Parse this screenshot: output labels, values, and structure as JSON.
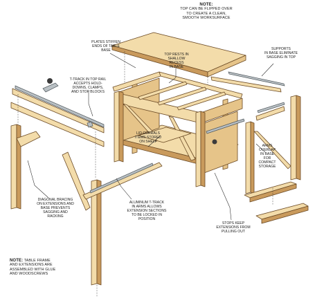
{
  "notes": {
    "top": {
      "heading": "NOTE:",
      "lines": [
        "TOP CAN BE FLIPPED OVER",
        "TO CREATE A CLEAN,",
        "SMOOTH WORKSURFACE"
      ]
    },
    "bottom": {
      "heading": "NOTE:",
      "lines": [
        "TABLE FRAME",
        "AND EXTENSIONS ARE",
        "ASSEMBLED WITH GLUE",
        "AND WOODSCREWS"
      ]
    }
  },
  "callouts": {
    "top_rests": [
      "TOP RESTS IN",
      "SHALLOW RECESS",
      "IN BASE"
    ],
    "supports": [
      "SUPPORTS",
      "IN BASE ELIMINATE",
      "SAGGING IN TOP"
    ],
    "plates": [
      "PLATES STIFFEN",
      "ENDS OF TABLE",
      "BASE"
    ],
    "t_track": [
      "T-TRACK IN TOP RAIL",
      "ACCEPTS HOLD-",
      "DOWNS, CLAMPS,",
      "AND STOP BLOCKS"
    ],
    "lid_corrals": [
      "LID CORRALS",
      "ITEMS STORED",
      "ON SHELF"
    ],
    "arms_overlap": [
      "ARMS",
      "OVERLAP",
      "IN BASE",
      "FOR",
      "COMPACT",
      "STORAGE"
    ],
    "diagonal": [
      "DIAGONAL BRACING",
      "ON EXTENSIONS AND",
      "BASE PREVENTS",
      "SAGGING AND",
      "RACKING"
    ],
    "aluminum": [
      "ALUMINUM T-TRACK",
      "IN ARMS ALLOWS",
      "EXTENSION SECTIONS",
      "TO BE LOCKED IN",
      "POSITION"
    ],
    "stops": [
      "STOPS KEEP",
      "EXTENSIONS FROM",
      "PULLING OUT"
    ]
  },
  "colors": {
    "wood_light": "#f3dcaa",
    "wood_mid": "#e6c489",
    "wood_dark": "#c99a5c",
    "outline": "#6b4a25",
    "metal": "#9aa3a8"
  }
}
